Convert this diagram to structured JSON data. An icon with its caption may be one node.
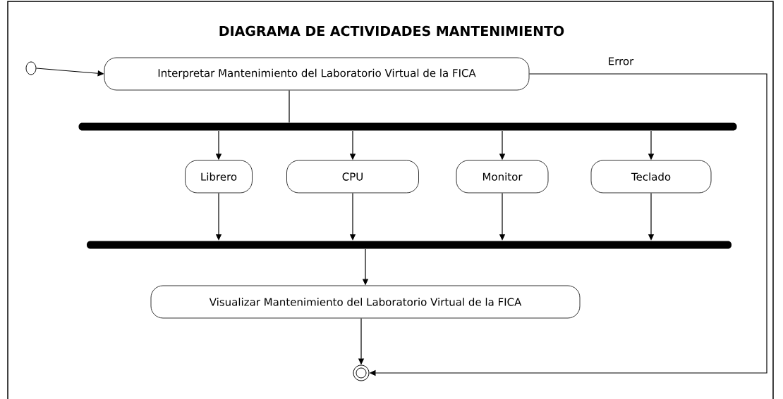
{
  "diagram": {
    "title": "DIAGRAMA DE ACTIVIDADES MANTENIMIENTO",
    "nodes": [
      {
        "text": [],
        "shape": "circle"
      },
      {
        "text": [
          "Interpretar Mantenimiento del Laboratorio Virtual de la FICA"
        ]
      },
      {
        "text": [],
        "shape": "bar"
      },
      {
        "text": [
          "Librero"
        ]
      },
      {
        "text": [
          "CPU"
        ]
      },
      {
        "text": [
          "Monitor"
        ]
      },
      {
        "text": [
          "Teclado"
        ]
      },
      {
        "text": [],
        "shape": "bar"
      },
      {
        "text": [
          "Visualizar Mantenimiento del Laboratorio Virtual de la  FICA"
        ]
      },
      {
        "text": [],
        "shape": "circle"
      }
    ],
    "edges": [
      {
        "from": 0,
        "to": 1,
        "arrow": "to"
      },
      {
        "from": 1,
        "to": 2,
        "arrow": "none"
      },
      {
        "from": 2,
        "to": 3,
        "arrow": "to"
      },
      {
        "from": 2,
        "to": 4,
        "arrow": "to"
      },
      {
        "from": 2,
        "to": 5,
        "arrow": "to"
      },
      {
        "from": 2,
        "to": 6,
        "arrow": "to"
      },
      {
        "from": 3,
        "to": 7,
        "arrow": "to"
      },
      {
        "from": 4,
        "to": 7,
        "arrow": "to"
      },
      {
        "from": 5,
        "to": 7,
        "arrow": "to"
      },
      {
        "from": 6,
        "to": 7,
        "arrow": "to"
      },
      {
        "from": 7,
        "to": 8,
        "arrow": "to"
      },
      {
        "from": 8,
        "to": 9,
        "arrow": "to"
      },
      {
        "from": 1,
        "to": 9,
        "arrow": "to",
        "label": "Error"
      }
    ]
  }
}
